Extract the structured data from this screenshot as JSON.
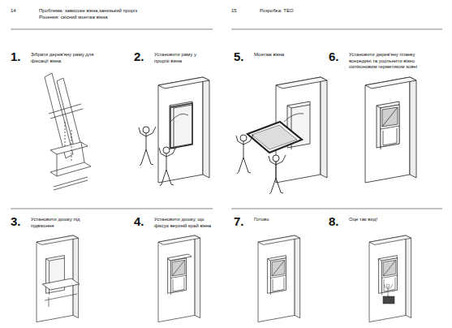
{
  "diagram": {
    "labels": [
      "14",
      "Проблема: зависоке вікна,занизький проріз",
      "Рішення: скісний монтаж вікна",
      "15",
      "Розробка: ТЕО",
      "1.",
      "Зібрати дерев'яну раму для фіксації вікна",
      "2.",
      "Установити раму у прорізі вікна",
      "3.",
      "Установити дошку під підвіконня",
      "4.",
      "Установити дошку, що фіксує верхній край вікна",
      "5.",
      "Монтаж вікна",
      "6.",
      "Установити дерев'яну планку всередині та ущільнити вікно силіконовим герметиком зовні",
      "7.",
      "Готово",
      "8.",
      "Оце так вид!"
    ]
  }
}
